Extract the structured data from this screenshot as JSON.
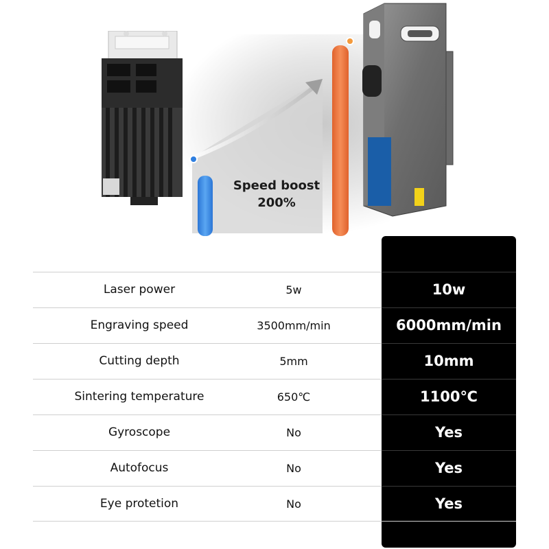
{
  "hero": {
    "speed_title": "Speed boost",
    "speed_value": "200%",
    "colors": {
      "old_bar": "#3d8be0",
      "new_bar": "#ee7842",
      "dot_old": "#2f7fe0",
      "dot_new": "#f49a3c"
    }
  },
  "table": {
    "rows": [
      {
        "label": "Laser power",
        "old": "5w",
        "new": "10w"
      },
      {
        "label": "Engraving speed",
        "old": "3500mm/min",
        "new": "6000mm/min"
      },
      {
        "label": "Cutting depth",
        "old": "5mm",
        "new": "10mm"
      },
      {
        "label": "Sintering temperature",
        "old": "650℃",
        "new": "1100℃"
      },
      {
        "label": "Gyroscope",
        "old": "No",
        "new": "Yes"
      },
      {
        "label": "Autofocus",
        "old": "No",
        "new": "Yes"
      },
      {
        "label": "Eye protetion",
        "old": "No",
        "new": "Yes"
      }
    ],
    "colors": {
      "highlight_bg": "#000000",
      "highlight_text": "#ffffff"
    }
  }
}
